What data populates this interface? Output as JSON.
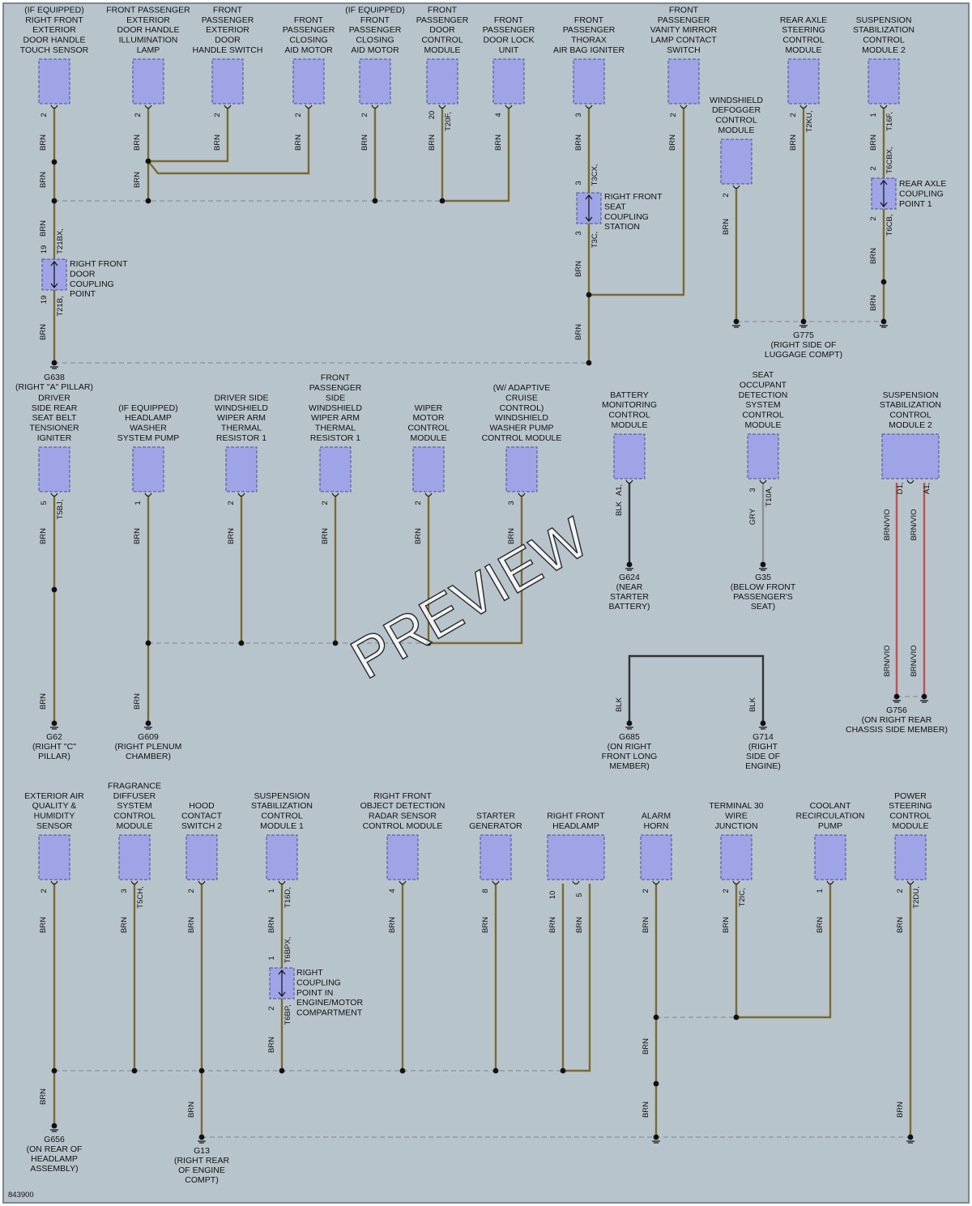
{
  "diagram": {
    "figure_id": "843900",
    "watermark": "PREVIEW",
    "colors": {
      "background": "#b8c4cc",
      "component_fill": "#9ea4e6",
      "brown_wire": "#7a6a30",
      "black_wire": "#333333",
      "gray_wire": "#8e8e8e",
      "red_wire": "#c25050",
      "splice_line": "#8a9298"
    },
    "components": [
      {
        "id": "c1",
        "name": "(IF EQUIPPED) RIGHT FRONT EXTERIOR DOOR HANDLE TOUCH SENSOR",
        "lines": [
          "(IF EQUIPPED)",
          "RIGHT FRONT",
          "EXTERIOR",
          "DOOR HANDLE",
          "TOUCH SENSOR"
        ],
        "pin": "2",
        "connector": "",
        "wire": "BRN"
      },
      {
        "id": "c2",
        "lines": [
          "FRONT PASSENGER",
          "EXTERIOR",
          "DOOR HANDLE",
          "ILLUMINATION",
          "LAMP"
        ],
        "pin": "2",
        "connector": "",
        "wire": "BRN"
      },
      {
        "id": "c3",
        "lines": [
          "FRONT",
          "PASSENGER",
          "EXTERIOR",
          "DOOR",
          "HANDLE SWITCH"
        ],
        "pin": "2",
        "connector": "",
        "wire": "BRN"
      },
      {
        "id": "c4",
        "lines": [
          "FRONT",
          "PASSENGER",
          "CLOSING",
          "AID MOTOR"
        ],
        "pin": "2",
        "connector": "",
        "wire": "BRN"
      },
      {
        "id": "c5",
        "lines": [
          "(IF EQUIPPED)",
          "FRONT",
          "PASSENGER",
          "CLOSING",
          "AID MOTOR"
        ],
        "pin": "2",
        "connector": "",
        "wire": "BRN"
      },
      {
        "id": "c6",
        "lines": [
          "FRONT",
          "PASSENGER",
          "DOOR",
          "CONTROL",
          "MODULE"
        ],
        "pin": "20",
        "connector": "T20F,",
        "wire": "BRN"
      },
      {
        "id": "c7",
        "lines": [
          "FRONT",
          "PASSENGER",
          "DOOR LOCK",
          "UNIT"
        ],
        "pin": "4",
        "connector": "",
        "wire": "BRN"
      },
      {
        "id": "c8",
        "lines": [
          "FRONT",
          "PASSENGER",
          "THORAX",
          "AIR BAG IGNITER"
        ],
        "pin": "3",
        "connector": "",
        "wire": "BRN"
      },
      {
        "id": "c9",
        "lines": [
          "FRONT",
          "PASSENGER",
          "VANITY MIRROR",
          "LAMP CONTACT",
          "SWITCH"
        ],
        "pin": "2",
        "connector": "",
        "wire": "BRN"
      },
      {
        "id": "c10",
        "lines": [
          "WINDSHIELD",
          "DEFOGGER",
          "CONTROL",
          "MODULE"
        ],
        "pin": "2",
        "connector": "",
        "wire": "BRN"
      },
      {
        "id": "c11",
        "lines": [
          "REAR AXLE",
          "STEERING",
          "CONTROL",
          "MODULE"
        ],
        "pin": "2",
        "connector": "T2KU,",
        "wire": "BRN"
      },
      {
        "id": "c12",
        "lines": [
          "SUSPENSION",
          "STABILIZATION",
          "CONTROL",
          "MODULE 2"
        ],
        "pin": "1",
        "connector": "T16F,",
        "wire": "BRN"
      },
      {
        "id": "c13",
        "lines": [
          "DRIVER",
          "SIDE REAR",
          "SEAT BELT",
          "TENSIONER",
          "IGNITER"
        ],
        "pin": "5",
        "connector": "T5BJ,",
        "wire": "BRN"
      },
      {
        "id": "c14",
        "lines": [
          "(IF EQUIPPED)",
          "HEADLAMP",
          "WASHER",
          "SYSTEM PUMP"
        ],
        "pin": "1",
        "connector": "",
        "wire": "BRN"
      },
      {
        "id": "c15",
        "lines": [
          "DRIVER SIDE",
          "WINDSHIELD",
          "WIPER ARM",
          "THERMAL",
          "RESISTOR 1"
        ],
        "pin": "2",
        "connector": "",
        "wire": "BRN"
      },
      {
        "id": "c16",
        "lines": [
          "FRONT",
          "PASSENGER",
          "SIDE",
          "WINDSHIELD",
          "WIPER ARM",
          "THERMAL",
          "RESISTOR 1"
        ],
        "pin": "2",
        "connector": "",
        "wire": "BRN"
      },
      {
        "id": "c17",
        "lines": [
          "WIPER",
          "MOTOR",
          "CONTROL",
          "MODULE"
        ],
        "pin": "2",
        "connector": "",
        "wire": "BRN"
      },
      {
        "id": "c18",
        "lines": [
          "(W/ ADAPTIVE",
          "CRUISE",
          "CONTROL)",
          "WINDSHIELD",
          "WASHER PUMP",
          "CONTROL MODULE"
        ],
        "pin": "3",
        "connector": "",
        "wire": "BRN"
      },
      {
        "id": "c19",
        "lines": [
          "BATTERY",
          "MONITORING",
          "CONTROL",
          "MODULE"
        ],
        "pin": "A1,",
        "connector": "",
        "wire": "BLK"
      },
      {
        "id": "c20",
        "lines": [
          "SEAT",
          "OCCUPANT",
          "DETECTION",
          "SYSTEM",
          "CONTROL",
          "MODULE"
        ],
        "pin": "3",
        "connector": "T10A,",
        "wire": "GRY"
      },
      {
        "id": "c21",
        "lines": [
          "SUSPENSION",
          "STABILIZATION",
          "CONTROL",
          "MODULE 2"
        ],
        "pin": "D1,",
        "connector": "A1,",
        "wire": "BRN/VIO"
      },
      {
        "id": "c22",
        "lines": [
          "EXTERIOR AIR",
          "QUALITY &",
          "HUMIDITY",
          "SENSOR"
        ],
        "pin": "2",
        "connector": "",
        "wire": "BRN"
      },
      {
        "id": "c23",
        "lines": [
          "FRAGRANCE",
          "DIFFUSER",
          "SYSTEM",
          "CONTROL",
          "MODULE"
        ],
        "pin": "3",
        "connector": "T5CH,",
        "wire": "BRN"
      },
      {
        "id": "c24",
        "lines": [
          "HOOD",
          "CONTACT",
          "SWITCH 2"
        ],
        "pin": "2",
        "connector": "",
        "wire": "BRN"
      },
      {
        "id": "c25",
        "lines": [
          "SUSPENSION",
          "STABILIZATION",
          "CONTROL",
          "MODULE 1"
        ],
        "pin": "1",
        "connector": "T16D,",
        "wire": "BRN"
      },
      {
        "id": "c26",
        "lines": [
          "RIGHT FRONT",
          "OBJECT DETECTION",
          "RADAR SENSOR",
          "CONTROL MODULE"
        ],
        "pin": "4",
        "connector": "",
        "wire": "BRN"
      },
      {
        "id": "c27",
        "lines": [
          "STARTER",
          "GENERATOR"
        ],
        "pin": "8",
        "connector": "",
        "wire": "BRN"
      },
      {
        "id": "c28",
        "lines": [
          "RIGHT FRONT",
          "HEADLAMP"
        ],
        "pin": "10",
        "connector": "5",
        "wire": "BRN"
      },
      {
        "id": "c29",
        "lines": [
          "ALARM",
          "HORN"
        ],
        "pin": "2",
        "connector": "",
        "wire": "BRN"
      },
      {
        "id": "c30",
        "lines": [
          "TERMINAL 30",
          "WIRE",
          "JUNCTION"
        ],
        "pin": "2",
        "connector": "T2IC,",
        "wire": "BRN"
      },
      {
        "id": "c31",
        "lines": [
          "COOLANT",
          "RECIRCULATION",
          "PUMP"
        ],
        "pin": "1",
        "connector": "",
        "wire": "BRN"
      },
      {
        "id": "c32",
        "lines": [
          "POWER",
          "STEERING",
          "CONTROL",
          "MODULE"
        ],
        "pin": "2",
        "connector": "T2DU,",
        "wire": "BRN"
      }
    ],
    "couplings": [
      {
        "id": "k1",
        "lines": [
          "RIGHT FRONT",
          "DOOR",
          "COUPLING",
          "POINT"
        ],
        "pin_top": "19",
        "conn_top": "T21BX,",
        "pin_bot": "19",
        "conn_bot": "T21B,"
      },
      {
        "id": "k2",
        "lines": [
          "RIGHT FRONT",
          "SEAT",
          "COUPLING",
          "STATION"
        ],
        "pin_top": "3",
        "conn_top": "T3CX,",
        "pin_bot": "3",
        "conn_bot": "T3C,"
      },
      {
        "id": "k3",
        "lines": [
          "REAR AXLE",
          "COUPLING",
          "POINT 1"
        ],
        "pin_top": "2",
        "conn_top": "T6CBX,",
        "pin_bot": "2",
        "conn_bot": "T6CB,"
      },
      {
        "id": "k4",
        "lines": [
          "RIGHT",
          "COUPLING",
          "POINT IN",
          "ENGINE/MOTOR",
          "COMPARTMENT"
        ],
        "pin_top": "1",
        "conn_top": "T6BPX,",
        "pin_bot": "2",
        "conn_bot": "T6BP,"
      }
    ],
    "grounds": [
      {
        "id": "g638",
        "lines": [
          "G638",
          "(RIGHT \"A\" PILLAR)"
        ]
      },
      {
        "id": "g775",
        "lines": [
          "G775",
          "(RIGHT SIDE OF",
          "LUGGAGE COMPT)"
        ]
      },
      {
        "id": "g624",
        "lines": [
          "G624",
          "(NEAR",
          "STARTER",
          "BATTERY)"
        ]
      },
      {
        "id": "g35",
        "lines": [
          "G35",
          "(BELOW FRONT",
          "PASSENGER'S",
          "SEAT)"
        ]
      },
      {
        "id": "g62",
        "lines": [
          "G62",
          "(RIGHT \"C\"",
          "PILLAR)"
        ]
      },
      {
        "id": "g609",
        "lines": [
          "G609",
          "(RIGHT PLENUM",
          "CHAMBER)"
        ]
      },
      {
        "id": "g685",
        "lines": [
          "G685",
          "(ON RIGHT",
          "FRONT LONG",
          "MEMBER)"
        ]
      },
      {
        "id": "g714",
        "lines": [
          "G714",
          "(RIGHT",
          "SIDE OF",
          "ENGINE)"
        ]
      },
      {
        "id": "g756",
        "lines": [
          "G756",
          "(ON RIGHT REAR",
          "CHASSIS SIDE MEMBER)"
        ]
      },
      {
        "id": "g656",
        "lines": [
          "G656",
          "(ON REAR OF",
          "HEADLAMP",
          "ASSEMBLY)"
        ]
      },
      {
        "id": "g13",
        "lines": [
          "G13",
          "(RIGHT REAR",
          "OF ENGINE",
          "COMPT)"
        ]
      }
    ],
    "wire_labels": {
      "brn": "BRN",
      "blk": "BLK",
      "gry": "GRY",
      "brnvio": "BRN/VIO"
    }
  }
}
